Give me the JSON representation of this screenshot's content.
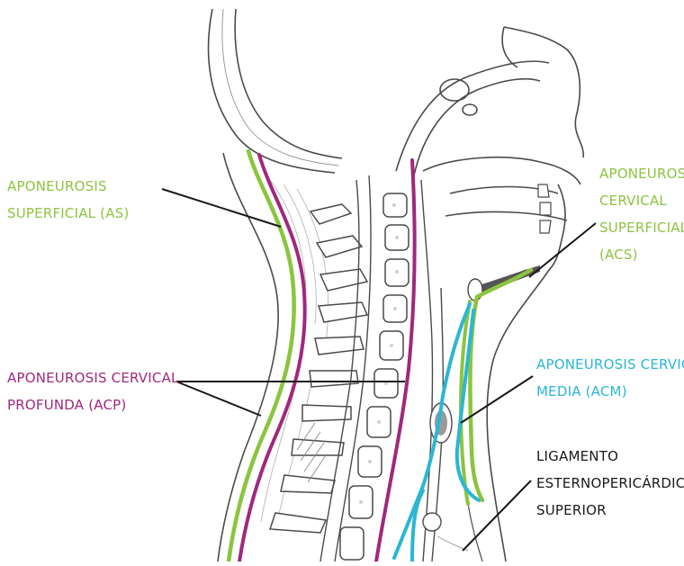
{
  "labels": {
    "as": {
      "lines": [
        "APONEUROSIS",
        "SUPERFICIAL (AS)"
      ],
      "color": "#8cc43f"
    },
    "acp": {
      "lines": [
        "APONEUROSIS CERVICAL",
        "PROFUNDA (ACP)"
      ],
      "color": "#a0287d"
    },
    "acs": {
      "lines": [
        "APONEUROSIS",
        "CERVICAL",
        "SUPERFICIAL",
        "(ACS)"
      ],
      "color": "#8cc43f"
    },
    "acm": {
      "lines": [
        "APONEUROSIS CERVICAL",
        "MEDIA (ACM)"
      ],
      "color": "#2bb6d3"
    },
    "lig": {
      "lines": [
        "LIGAMENTO",
        "ESTERNOPERICÁRDICO",
        "SUPERIOR"
      ],
      "color": "#1a1a1a"
    }
  },
  "colors": {
    "green": "#8cc43f",
    "magenta": "#a0287d",
    "cyan": "#2bb6d3",
    "ink": "#1a1a1a",
    "anatomy_line": "#4a4a4a",
    "shading": "#8a8a8a"
  }
}
